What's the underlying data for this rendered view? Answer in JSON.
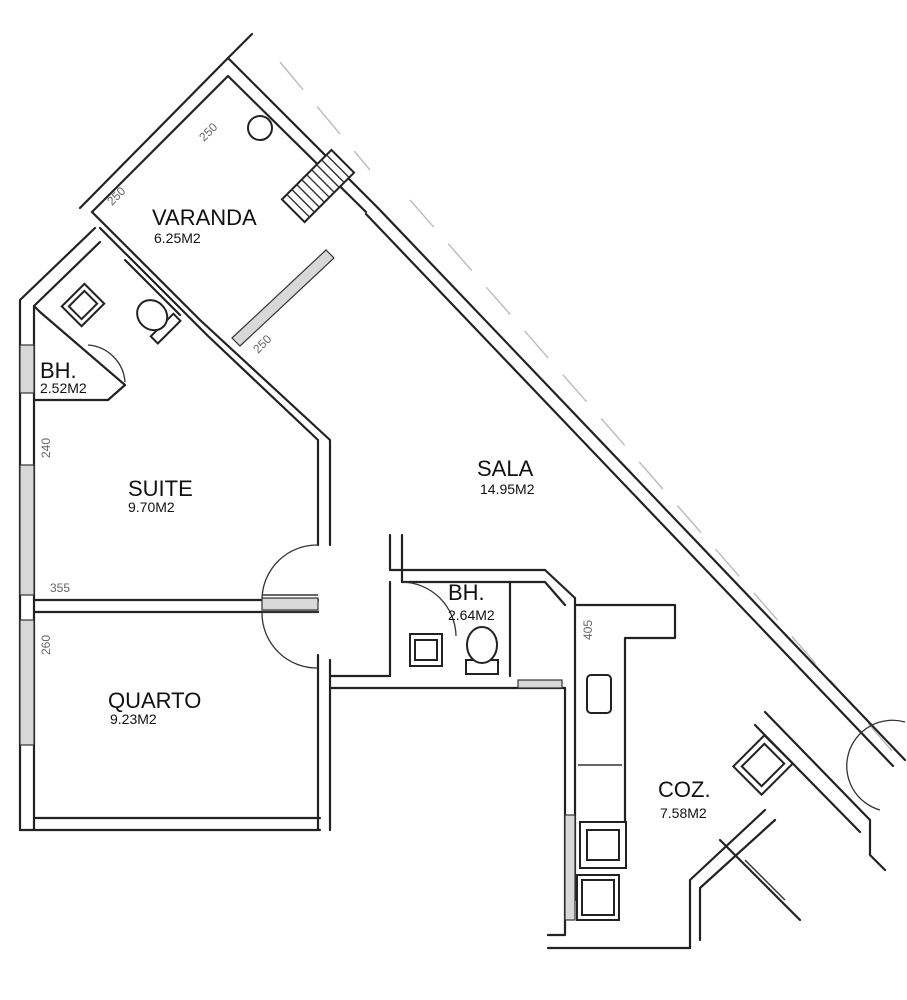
{
  "rooms": {
    "varanda": {
      "name": "VARANDA",
      "area": "6.25M2"
    },
    "bh1": {
      "name": "BH.",
      "area": "2.52M2"
    },
    "suite": {
      "name": "SUITE",
      "area": "9.70M2"
    },
    "sala": {
      "name": "SALA",
      "area": "14.95M2"
    },
    "bh2": {
      "name": "BH.",
      "area": "2.64M2"
    },
    "quarto": {
      "name": "QUARTO",
      "area": "9.23M2"
    },
    "coz": {
      "name": "COZ.",
      "area": "7.58M2"
    }
  },
  "dimensions": {
    "varanda_top": "250",
    "varanda_left": "250",
    "sala_window": "250",
    "suite_side": "240",
    "suite_bottom": "355",
    "quarto_side": "260",
    "kitchen_side": "405"
  }
}
